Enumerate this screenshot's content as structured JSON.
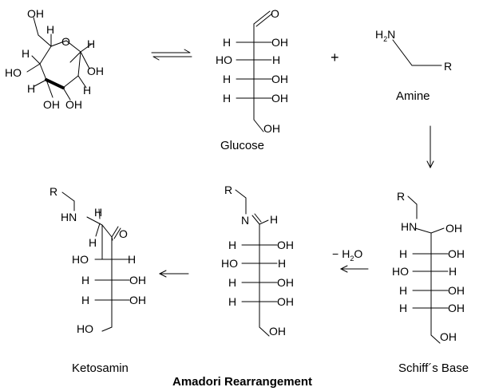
{
  "atoms": {
    "H": "H",
    "OH": "OH",
    "HO": "HO",
    "O": "O",
    "N": "N",
    "HN": "HN",
    "R": "R",
    "H2N_H": "H",
    "H2N_2": "2",
    "H2N_N": "N"
  },
  "signs": {
    "plus": "+",
    "minus": "−",
    "water_H": "H",
    "water_2": "2",
    "water_O": "O"
  },
  "labels": {
    "glucose": "Glucose",
    "amine": "Amine",
    "ketosamin": "Ketosamin",
    "schiff_base": "Schiff´s Base",
    "title": "Amadori Rearrangement"
  },
  "colors": {
    "ink": "#000000",
    "background": "#ffffff"
  }
}
